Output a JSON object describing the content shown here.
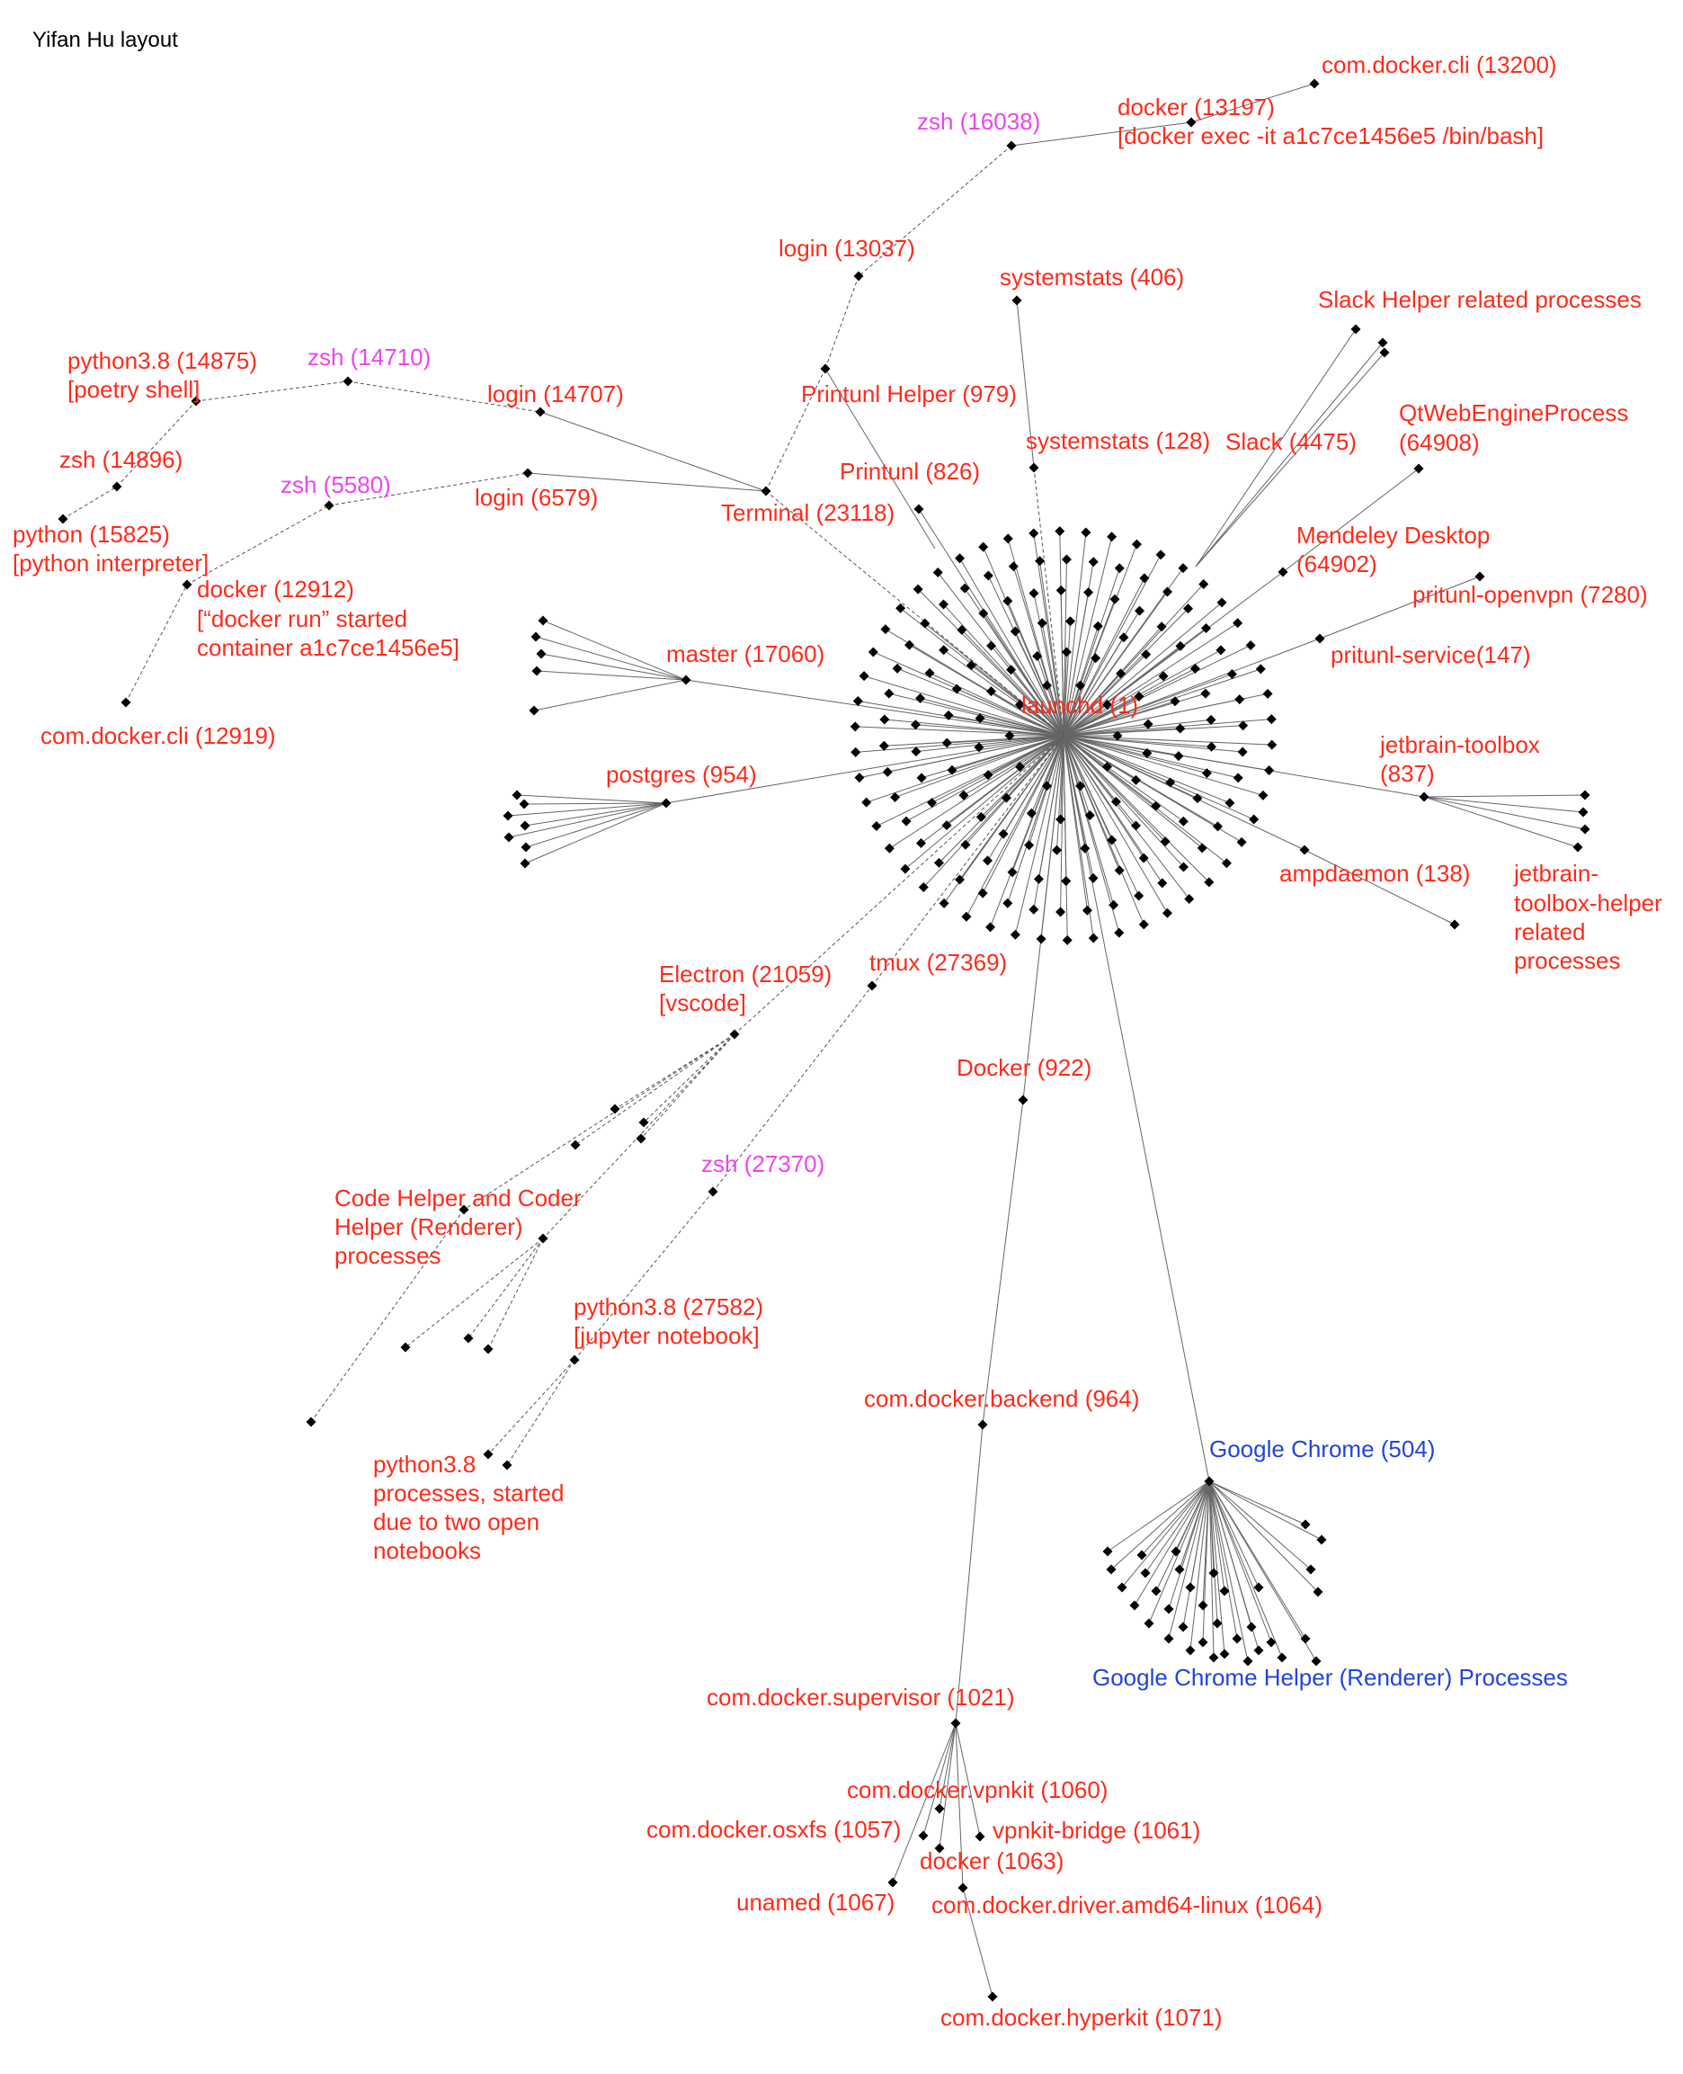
{
  "title": "Yifan Hu layout",
  "colors": {
    "process": "#ff2a1a",
    "shell": "#ee44ee",
    "chrome": "#2244dd",
    "node": "#000000",
    "edge": "#666666",
    "title": "#000000"
  },
  "labels": {
    "docker_cli_13200": "com.docker.cli (13200)",
    "docker_13197": "docker (13197)",
    "docker_13197_cmd": "[docker exec -it a1c7ce1456e5 /bin/bash]",
    "zsh_16038": "zsh (16038)",
    "login_13037": "login (13037)",
    "systemstats_406": "systemstats (406)",
    "slack_helper": "Slack Helper related processes",
    "python38_14875": "python3.8 (14875)",
    "poetry_shell": "[poetry shell]",
    "zsh_14710": "zsh (14710)",
    "login_14707": "login (14707)",
    "printunl_helper": "Printunl Helper (979)",
    "qtwebengine": "QtWebEngineProcess",
    "qtwebengine_pid": "(64908)",
    "zsh_14896": "zsh (14896)",
    "systemstats_128": "systemstats (128)",
    "slack_4475": "Slack (4475)",
    "zsh_5580": "zsh (5580)",
    "printunl_826": "Printunl (826)",
    "login_6579": "login (6579)",
    "python_15825": "python (15825)",
    "python_interp": "[python interpreter]",
    "terminal_23118": "Terminal (23118)",
    "mendeley": "Mendeley Desktop",
    "mendeley_pid": "(64902)",
    "docker_12912": "docker (12912)",
    "docker_run_1": "[“docker run” started",
    "docker_run_2": "container a1c7ce1456e5]",
    "pritunl_openvpn": "pritunl-openvpn (7280)",
    "master_17060": "master (17060)",
    "pritunl_service": "pritunl-service(147)",
    "launchd": "launchd (1)",
    "docker_cli_12919": "com.docker.cli (12919)",
    "jetbrain_toolbox": "jetbrain-toolbox",
    "jetbrain_pid": "(837)",
    "postgres_954": "postgres (954)",
    "ampdaemon_138": "ampdaemon (138)",
    "jb_helper_1": "jetbrain-",
    "jb_helper_2": "toolbox-helper",
    "jb_helper_3": "related",
    "jb_helper_4": "processes",
    "electron_21059": "Electron (21059)",
    "vscode": "[vscode]",
    "tmux_27369": "tmux (27369)",
    "docker_922": "Docker (922)",
    "zsh_27370": "zsh (27370)",
    "code_helper_1": "Code Helper and Coder",
    "code_helper_2": "Helper (Renderer)",
    "code_helper_3": "processes",
    "python38_27582": "python3.8 (27582)",
    "jupyter": "[jupyter notebook]",
    "docker_backend": "com.docker.backend (964)",
    "chrome_504": "Google Chrome (504)",
    "py_procs_1": "python3.8",
    "py_procs_2": "processes, started",
    "py_procs_3": "due to two open",
    "py_procs_4": "notebooks",
    "chrome_helper": "Google Chrome Helper (Renderer) Processes",
    "docker_supervisor": "com.docker.supervisor (1021)",
    "docker_vpnkit": "com.docker.vpnkit (1060)",
    "docker_osxfs": "com.docker.osxfs (1057)",
    "vpnkit_bridge": "vpnkit-bridge (1061)",
    "docker_1063": "docker (1063)",
    "unamed_1067": "unamed (1067)",
    "docker_driver": "com.docker.driver.amd64-linux (1064)",
    "docker_hyperkit": "com.docker.hyperkit (1071)"
  }
}
